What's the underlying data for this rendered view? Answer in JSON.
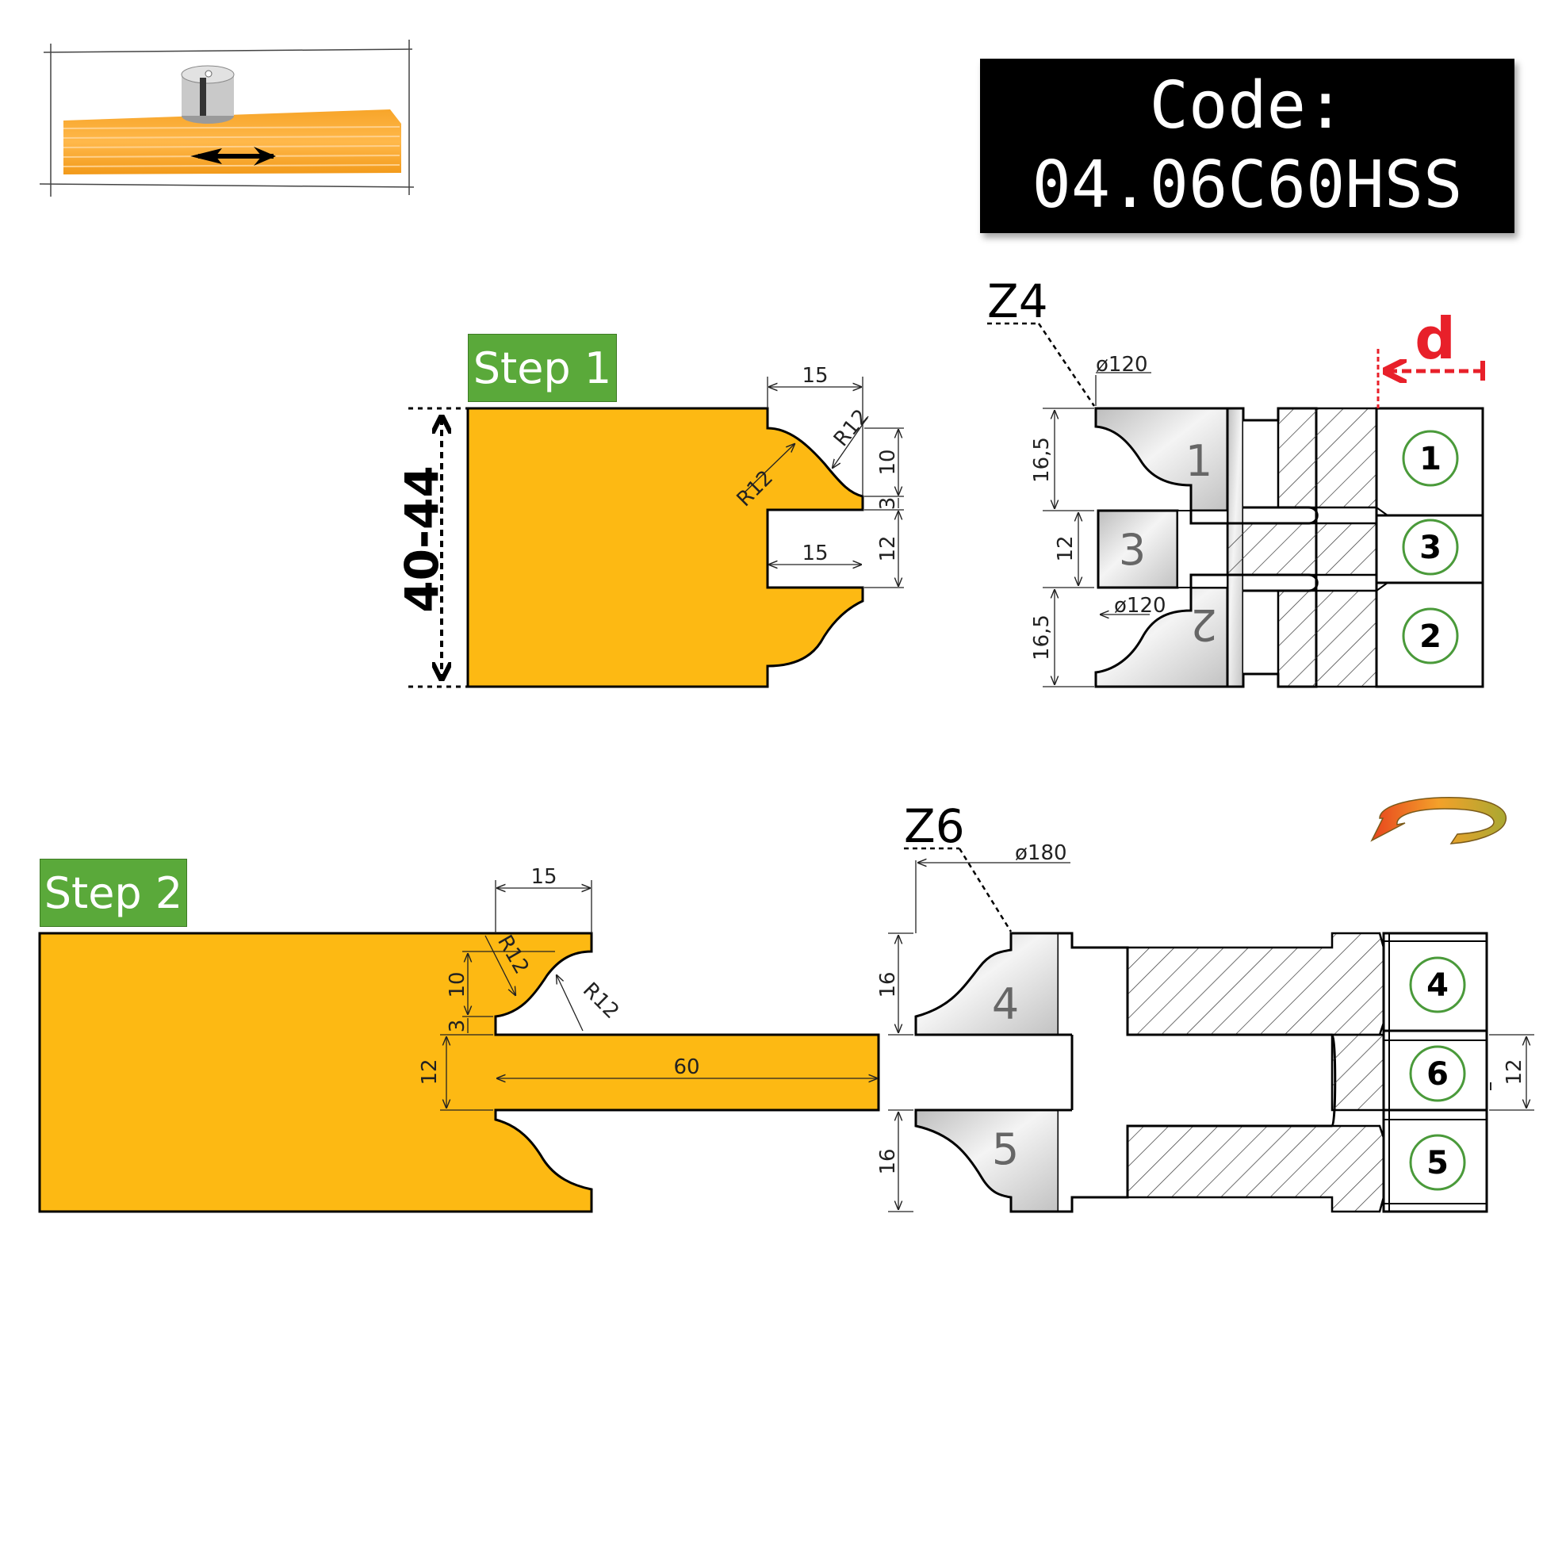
{
  "code": {
    "label": "Code:",
    "value": "04.06C60HSS"
  },
  "steps": {
    "step1": "Step 1",
    "step2": "Step 2"
  },
  "profile1": {
    "height_range": "40-44",
    "dim_15_top": "15",
    "dim_r12_a": "R12",
    "dim_r12_b": "R12",
    "dim_10": "10",
    "dim_3": "3",
    "dim_12": "12",
    "dim_15_mid": "15"
  },
  "cutter1": {
    "teeth": "Z4",
    "diameter_top": "ø120",
    "diameter_mid": "ø120",
    "dim_16_5_top": "16,5",
    "dim_12": "12",
    "dim_16_5_bottom": "16,5",
    "spacer_label": "d",
    "blades": [
      "1",
      "3",
      "2"
    ],
    "badges": [
      "1",
      "3",
      "2"
    ]
  },
  "profile2": {
    "dim_15": "15",
    "dim_r12_a": "R12",
    "dim_r12_b": "R12",
    "dim_10": "10",
    "dim_3": "3",
    "dim_12": "12",
    "dim_60": "60"
  },
  "cutter2": {
    "teeth": "Z6",
    "diameter": "ø180",
    "dim_16_top": "16",
    "dim_16_bottom": "16",
    "dim_12": "12",
    "blades": [
      "4",
      "5"
    ],
    "badges": [
      "4",
      "6",
      "5"
    ]
  },
  "colors": {
    "wood": "#FDB913",
    "badge_green": "#5AA93A",
    "accent_red": "#E8202A",
    "badge_ring": "#4A9A3A"
  }
}
